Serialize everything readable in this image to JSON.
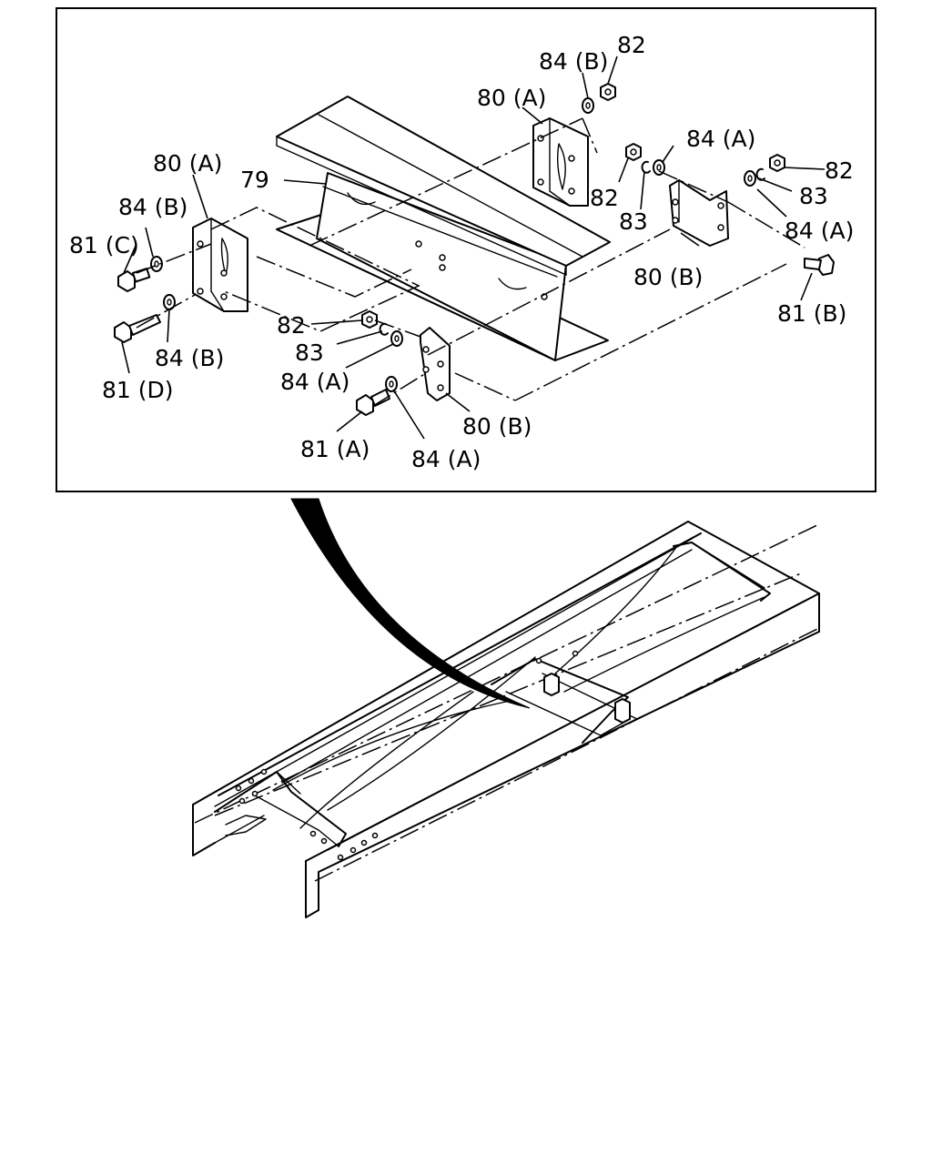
{
  "callouts": {
    "c79": "79",
    "c80a_top": "80 (A)",
    "c80a_left": "80 (A)",
    "c80b_right": "80 (B)",
    "c80b_bottom": "80 (B)",
    "c81a": "81 (A)",
    "c81b": "81 (B)",
    "c81c": "81 (C)",
    "c81d": "81 (D)",
    "c82_top": "82",
    "c82_mid": "82",
    "c82_right": "82",
    "c82_left": "82",
    "c83_mid": "83",
    "c83_right": "83",
    "c83_left": "83",
    "c84b_top": "84 (B)",
    "c84b_left1": "84 (B)",
    "c84b_left2": "84 (B)",
    "c84a_top": "84 (A)",
    "c84a_right": "84 (A)",
    "c84a_left": "84 (A)",
    "c84a_bottom": "84 (A)"
  },
  "colors": {
    "line": "#000000",
    "background": "#ffffff"
  },
  "icons": [
    "crossmember-part",
    "bracket-part",
    "bolt-part",
    "nut-part",
    "washer-part",
    "frame-rail-assembly",
    "detail-arrow"
  ]
}
